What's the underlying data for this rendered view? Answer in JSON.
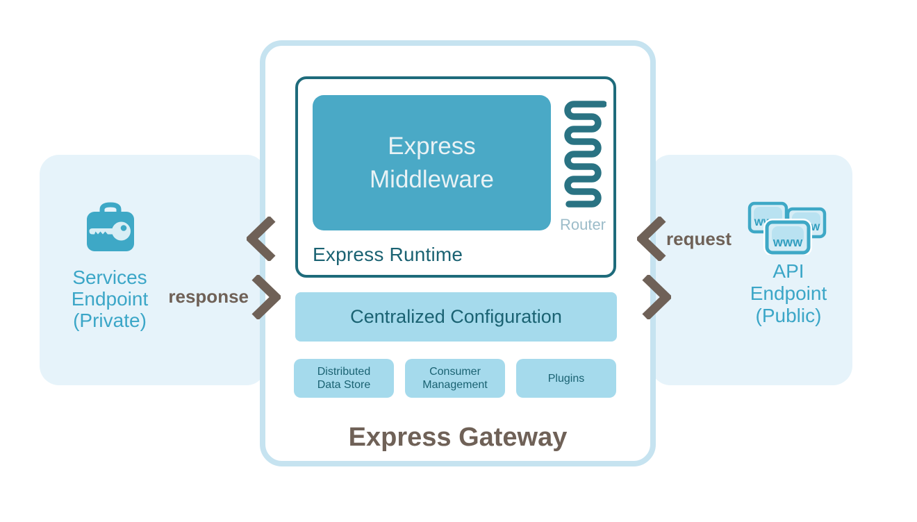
{
  "title": "Express Gateway",
  "colors": {
    "panel_bg": "#E6F3FA",
    "gateway_border": "#C6E3F0",
    "runtime_border": "#1E6B7B",
    "middleware_fill": "#4AA9C6",
    "light_box_fill": "#A5DAEC",
    "dark_teal_text": "#1A6272",
    "teal_text": "#3BA6C7",
    "brown_text": "#6F6157",
    "icon_teal": "#3EA8C6",
    "router_stroke": "#2A7383",
    "router_label_color": "#9CBCC9"
  },
  "left_panel": {
    "icon": "briefcase-key-icon",
    "lines": [
      "Services",
      "Endpoint",
      "(Private)"
    ]
  },
  "right_panel": {
    "icon": "www-windows-icon",
    "lines": [
      "API",
      "Endpoint",
      "(Public)"
    ]
  },
  "gateway": {
    "title": "Express Gateway",
    "runtime": {
      "label": "Express Runtime",
      "middleware_lines": [
        "Express",
        "Middleware"
      ],
      "router_label": "Router"
    },
    "config_label": "Centralized Configuration",
    "modules": [
      {
        "lines": [
          "Distributed",
          "Data Store"
        ]
      },
      {
        "lines": [
          "Consumer",
          "Management"
        ]
      },
      {
        "lines": [
          "Plugins"
        ]
      }
    ]
  },
  "flow_labels": {
    "request": "request",
    "response": "response"
  },
  "www_chip_text": "WWW"
}
